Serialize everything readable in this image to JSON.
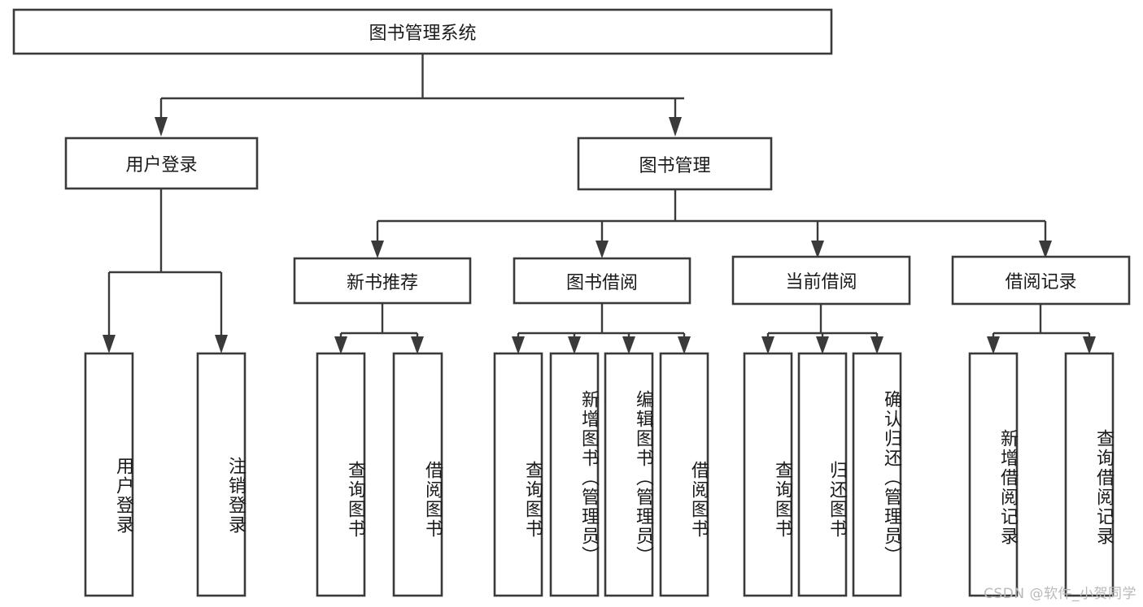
{
  "diagram": {
    "title": "图书管理系统",
    "type": "tree",
    "root": {
      "id": "root",
      "label": "图书管理系统",
      "orientation": "horizontal"
    },
    "level2": [
      {
        "id": "user-login",
        "label": "用户登录",
        "orientation": "horizontal"
      },
      {
        "id": "book-management",
        "label": "图书管理",
        "orientation": "horizontal"
      }
    ],
    "level3": [
      {
        "id": "new-book-recommend",
        "label": "新书推荐",
        "orientation": "horizontal",
        "parent": "book-management"
      },
      {
        "id": "book-borrow",
        "label": "图书借阅",
        "orientation": "horizontal",
        "parent": "book-management"
      },
      {
        "id": "current-borrow",
        "label": "当前借阅",
        "orientation": "horizontal",
        "parent": "book-management"
      },
      {
        "id": "borrow-record",
        "label": "借阅记录",
        "orientation": "horizontal",
        "parent": "book-management"
      }
    ],
    "leaves": [
      {
        "id": "leaf-user-login",
        "label": "用户登录",
        "orientation": "vertical",
        "parent": "user-login"
      },
      {
        "id": "leaf-logout",
        "label": "注销登录",
        "orientation": "vertical",
        "parent": "user-login"
      },
      {
        "id": "leaf-query-book-1",
        "label": "查询图书",
        "orientation": "vertical",
        "parent": "new-book-recommend"
      },
      {
        "id": "leaf-borrow-book-1",
        "label": "借阅图书",
        "orientation": "vertical",
        "parent": "new-book-recommend"
      },
      {
        "id": "leaf-query-book-2",
        "label": "查询图书",
        "orientation": "vertical",
        "parent": "book-borrow"
      },
      {
        "id": "leaf-add-book",
        "label": "新增图书（管理员）",
        "orientation": "vertical",
        "parent": "book-borrow"
      },
      {
        "id": "leaf-edit-book",
        "label": "编辑图书（管理员）",
        "orientation": "vertical",
        "parent": "book-borrow"
      },
      {
        "id": "leaf-borrow-book-2",
        "label": "借阅图书",
        "orientation": "vertical",
        "parent": "book-borrow"
      },
      {
        "id": "leaf-query-book-3",
        "label": "查询图书",
        "orientation": "vertical",
        "parent": "current-borrow"
      },
      {
        "id": "leaf-return-book",
        "label": "归还图书",
        "orientation": "vertical",
        "parent": "current-borrow"
      },
      {
        "id": "leaf-confirm-return",
        "label": "确认归还（管理员）",
        "orientation": "vertical",
        "parent": "current-borrow"
      },
      {
        "id": "leaf-add-record",
        "label": "新增借阅记录",
        "orientation": "vertical",
        "parent": "borrow-record"
      },
      {
        "id": "leaf-query-record",
        "label": "查询借阅记录",
        "orientation": "vertical",
        "parent": "borrow-record"
      }
    ],
    "watermark": "CSDN @软件_小贺同学",
    "colors": {
      "box_stroke": "#3a3a3a",
      "box_fill": "#ffffff",
      "text": "#1a1a1a",
      "connector": "#3a3a3a",
      "watermark": "#b9b9b9",
      "background": "#ffffff"
    }
  }
}
